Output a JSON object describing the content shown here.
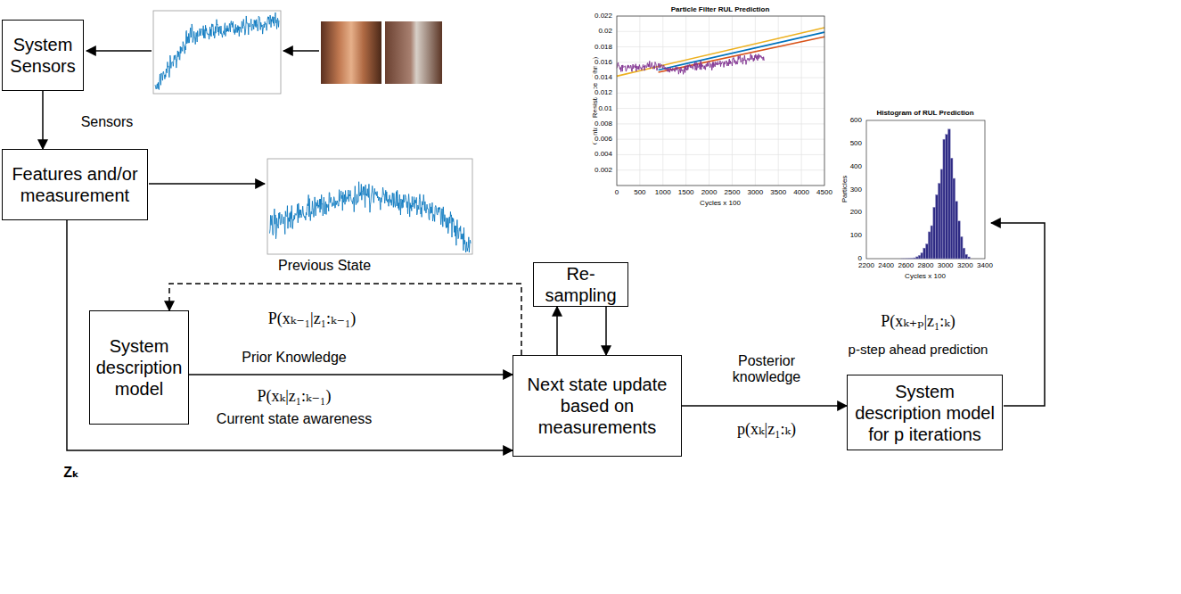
{
  "diagram": {
    "nodes": [
      {
        "text": [
          "System Sensors"
        ]
      },
      {
        "text": [
          "Features and/or measurement"
        ]
      },
      {
        "text": [
          "System description model"
        ]
      },
      {
        "text": [
          "Re-sampling"
        ]
      },
      {
        "text": [
          "Next state update based on measurements"
        ]
      },
      {
        "text": [
          "System description model for p iterations"
        ]
      }
    ],
    "edges": [
      {
        "from": 0,
        "to": 1,
        "arrow": "to"
      },
      {
        "from": 1,
        "to": 4,
        "arrow": "to"
      },
      {
        "from": 2,
        "to": 4,
        "arrow": "to"
      },
      {
        "from": 4,
        "to": 2,
        "arrow": "to"
      },
      {
        "from": 4,
        "to": 3,
        "arrow": "to"
      },
      {
        "from": 3,
        "to": 4,
        "arrow": "to"
      },
      {
        "from": 4,
        "to": 5,
        "arrow": "to"
      }
    ],
    "labels": [
      "Particle Filter RUL Prediction",
      "Contact Resistance (Ohms)",
      "0.022",
      "0.02",
      "0.018",
      "0.016",
      "0.014",
      "0.012",
      "0.01",
      "0.008",
      "0.006",
      "0.004",
      "0.002",
      "0",
      "500",
      "1000",
      "1500",
      "2000",
      "2500",
      "3000",
      "3500",
      "4000",
      "4500",
      "Cycles x 100",
      "Sensors",
      "Histogram of RUL Prediction",
      "Particles",
      "600",
      "500",
      "400",
      "300",
      "200",
      "100",
      "0",
      "2200",
      "2400",
      "2600",
      "2800",
      "3000",
      "3200",
      "3400",
      "Cycles x 100",
      "Previous State",
      "P(xₖ₋₁|z₁:ₖ₋₁)",
      "Prior Knowledge",
      "P(xₖ₊ₚ|z₁:ₖ)",
      "p-step ahead prediction",
      "Posterior knowledge",
      "P(xₖ|z₁:ₖ₋₁)",
      "Current state awareness",
      "p(xₖ|z₁:ₖ)",
      "Zₖ"
    ]
  }
}
